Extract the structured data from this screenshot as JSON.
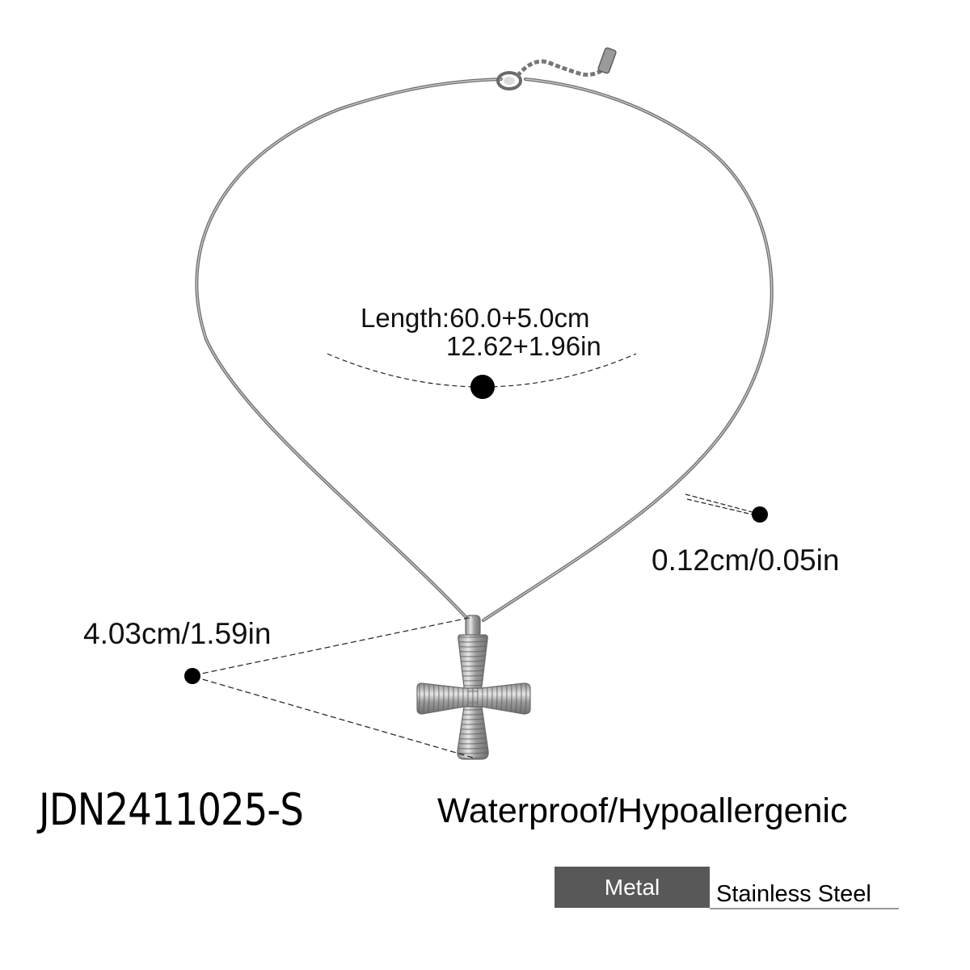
{
  "product": {
    "sku": "JDN2411025-S",
    "feature_text": "Waterproof/Hypoallergenic",
    "item_type": "cross pendant snake chain necklace",
    "colors": {
      "chain": "#7d7d7d",
      "chain_highlight": "#bdbdbd",
      "pendant": "#a8a8a8",
      "spec_box": "#585858",
      "annotation": "#000000"
    }
  },
  "dimensions": {
    "length": {
      "line1": "Length:60.0+5.0cm",
      "line2": "12.62+1.96in"
    },
    "chain_width": "0.12cm/0.05in",
    "pendant_height": "4.03cm/1.59in"
  },
  "specs": [
    {
      "label": "Metal",
      "value": "Stainless Steel"
    }
  ],
  "icons": {
    "marker": "filled-circle-dot"
  }
}
